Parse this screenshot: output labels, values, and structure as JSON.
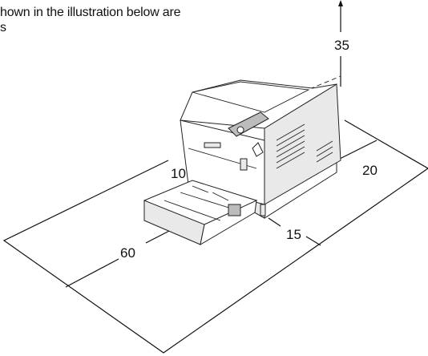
{
  "caption": {
    "line1": "hown in the illustration below are",
    "line2": "s"
  },
  "dimensions": {
    "top": "35",
    "right": "20",
    "left": "10",
    "front_right": "15",
    "front_left": "60"
  }
}
